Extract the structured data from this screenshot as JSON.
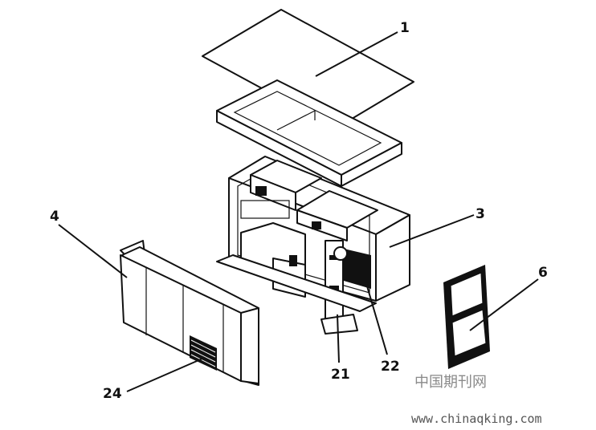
{
  "labels": {
    "l1": "1",
    "l3": "3",
    "l4": "4",
    "l6": "6",
    "l21": "21",
    "l22": "22",
    "l24": "24"
  },
  "watermark": {
    "cn": "中国期刊网",
    "url": "www.chinaqking.com"
  }
}
